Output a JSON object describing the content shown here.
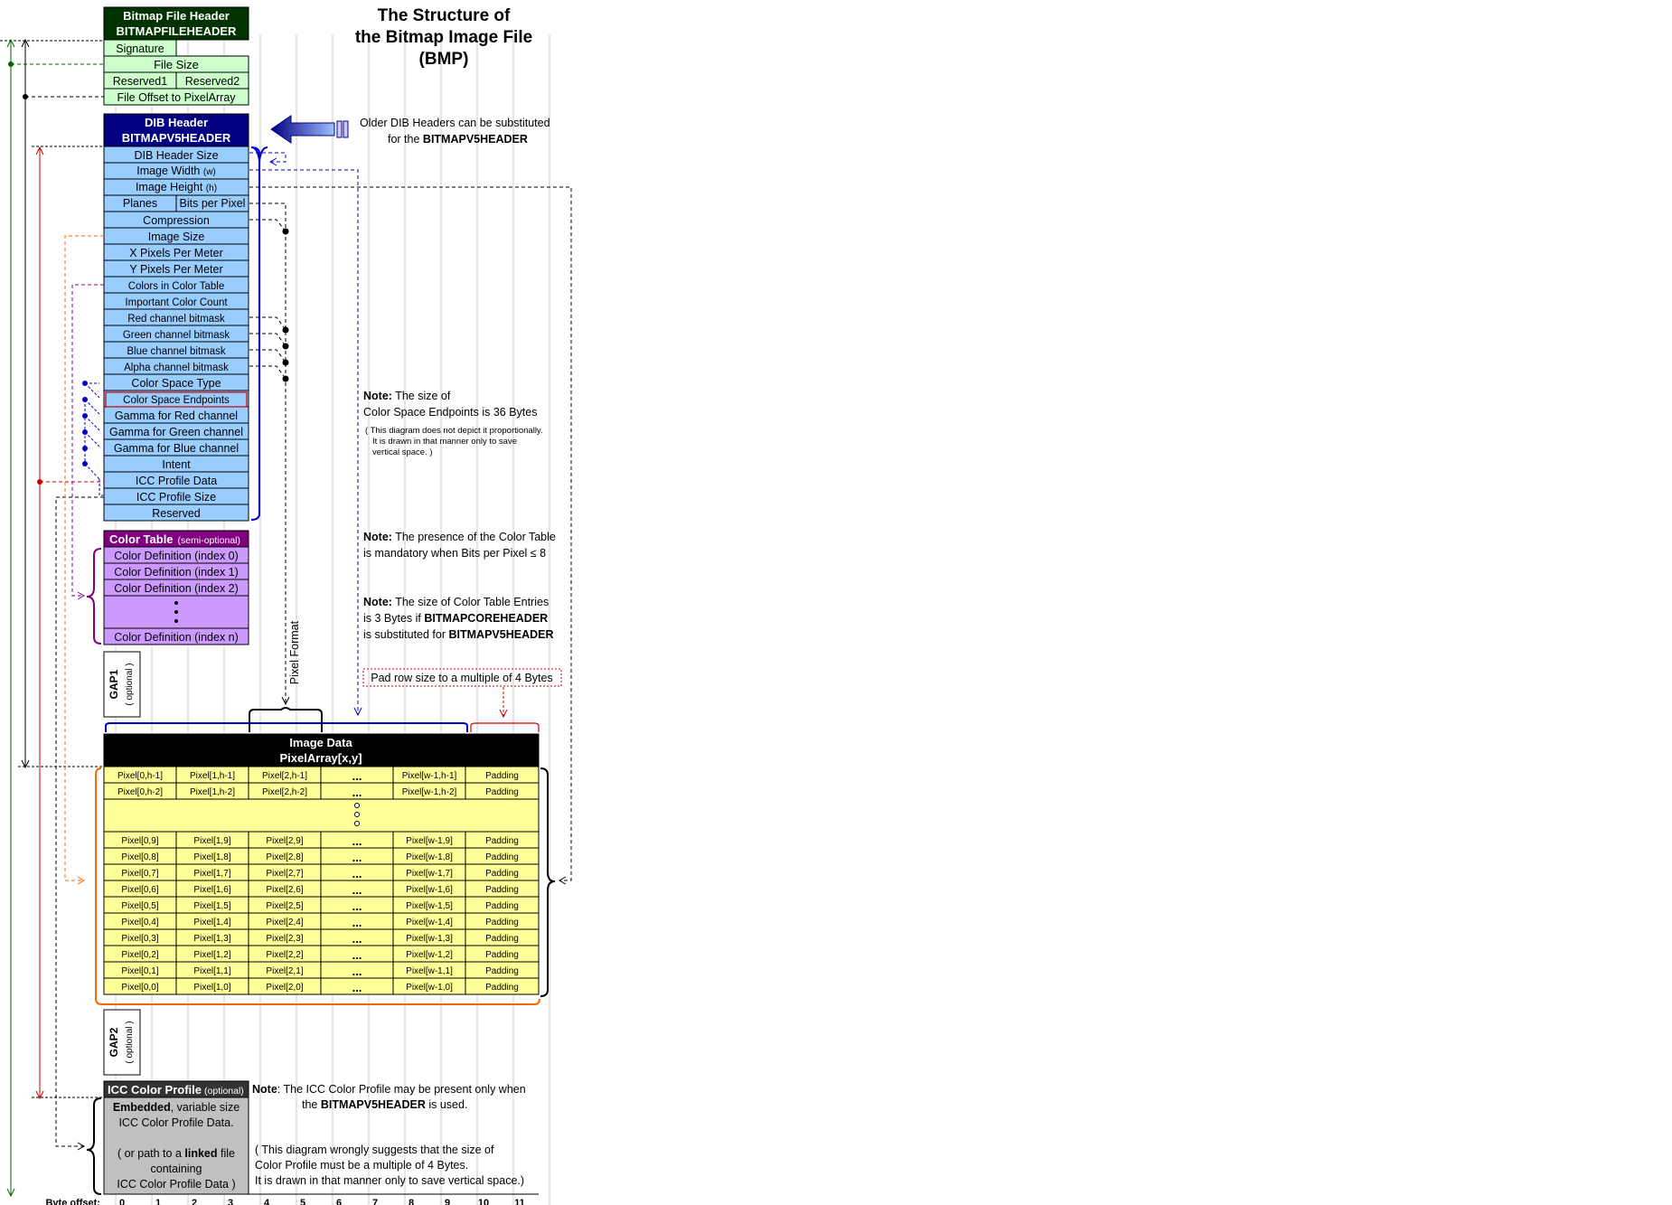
{
  "title": {
    "lines": [
      "The Structure of",
      "the Bitmap Image File",
      "(BMP)"
    ]
  },
  "file_header": {
    "title1": "Bitmap File Header",
    "title2": "BITMAPFILEHEADER",
    "signature": "Signature",
    "file_size": "File Size",
    "reserved1": "Reserved1",
    "reserved2": "Reserved2",
    "offset": "File Offset to PixelArray",
    "colors": {
      "header_bg": "#003300",
      "row_bg": "#ccffcc"
    }
  },
  "dib_header": {
    "title1": "DIB Header",
    "title2": "BITMAPV5HEADER",
    "planes": "Planes",
    "bpp": "Bits per Pixel",
    "width_label": "Image Width",
    "width_sym": "(w)",
    "height_label": "Image Height",
    "height_sym": "(h)",
    "rows": [
      "DIB Header Size",
      "",
      "",
      "",
      "Compression",
      "Image Size",
      "X Pixels Per Meter",
      "Y Pixels Per Meter",
      "Colors in Color Table",
      "Important Color Count",
      "Red channel bitmask",
      "Green channel bitmask",
      "Blue channel bitmask",
      "Alpha channel bitmask",
      "Color Space Type",
      "Color Space Endpoints",
      "Gamma for Red channel",
      "Gamma for Green channel",
      "Gamma for Blue channel",
      "Intent",
      "ICC Profile Data",
      "ICC Profile Size",
      "Reserved"
    ],
    "colors": {
      "header_bg": "#000080",
      "row_bg": "#99ccff"
    }
  },
  "older_headers_note": {
    "line1": "Older DIB Headers can be substituted",
    "line2_pre": "for the ",
    "line2_bold": "BITMAPV5HEADER"
  },
  "color_table": {
    "title": "Color Table",
    "title_sub": "(semi-optional)",
    "rows": [
      "Color Definition (index 0)",
      "Color Definition (index 1)",
      "Color Definition (index 2)",
      "Color Definition (index n)"
    ],
    "colors": {
      "header_bg": "#800080",
      "row_bg": "#cc99ff"
    }
  },
  "gap1": {
    "label": "GAP1",
    "sub": "( optional )"
  },
  "gap2": {
    "label": "GAP2",
    "sub": "( optional )"
  },
  "pixel_format_label": "Pixel Format",
  "pad_note": "Pad row size to a multiple of 4 Bytes",
  "image_data": {
    "title1": "Image Data",
    "title2": "PixelArray[x,y]",
    "ellipsis": "...",
    "rows": [
      [
        "Pixel[0,h-1]",
        "Pixel[1,h-1]",
        "Pixel[2,h-1]",
        "Pixel[w-1,h-1]",
        "Padding"
      ],
      [
        "Pixel[0,h-2]",
        "Pixel[1,h-2]",
        "Pixel[2,h-2]",
        "Pixel[w-1,h-2]",
        "Padding"
      ],
      [
        "Pixel[0,9]",
        "Pixel[1,9]",
        "Pixel[2,9]",
        "Pixel[w-1,9]",
        "Padding"
      ],
      [
        "Pixel[0,8]",
        "Pixel[1,8]",
        "Pixel[2,8]",
        "Pixel[w-1,8]",
        "Padding"
      ],
      [
        "Pixel[0,7]",
        "Pixel[1,7]",
        "Pixel[2,7]",
        "Pixel[w-1,7]",
        "Padding"
      ],
      [
        "Pixel[0,6]",
        "Pixel[1,6]",
        "Pixel[2,6]",
        "Pixel[w-1,6]",
        "Padding"
      ],
      [
        "Pixel[0,5]",
        "Pixel[1,5]",
        "Pixel[2,5]",
        "Pixel[w-1,5]",
        "Padding"
      ],
      [
        "Pixel[0,4]",
        "Pixel[1,4]",
        "Pixel[2,4]",
        "Pixel[w-1,4]",
        "Padding"
      ],
      [
        "Pixel[0,3]",
        "Pixel[1,3]",
        "Pixel[2,3]",
        "Pixel[w-1,3]",
        "Padding"
      ],
      [
        "Pixel[0,2]",
        "Pixel[1,2]",
        "Pixel[2,2]",
        "Pixel[w-1,2]",
        "Padding"
      ],
      [
        "Pixel[0,1]",
        "Pixel[1,1]",
        "Pixel[2,1]",
        "Pixel[w-1,1]",
        "Padding"
      ],
      [
        "Pixel[0,0]",
        "Pixel[1,0]",
        "Pixel[2,0]",
        "Pixel[w-1,0]",
        "Padding"
      ]
    ],
    "colors": {
      "header_bg": "#000000",
      "row_bg": "#ffff99"
    }
  },
  "icc": {
    "title": "ICC Color Profile",
    "title_sub": "(optional)",
    "embedded_bold": "Embedded",
    "embedded_rest": ", variable size",
    "line2": "ICC Color Profile Data.",
    "line3_pre": "( or path to a ",
    "line3_bold": "linked",
    "line3_post": " file",
    "line4": "containing",
    "line5": "ICC Color Profile Data )",
    "colors": {
      "header_bg": "#333333",
      "row_bg": "#c0c0c0"
    }
  },
  "notes": {
    "cs_endpoints": {
      "bold": "Note:",
      "rest": " The size of",
      "line2": "Color Space Endpoints is 36 Bytes",
      "small1": "( This diagram does not depict it proportionally.",
      "small2": "It is drawn in that manner only to save",
      "small3": "vertical space. )"
    },
    "color_table_presence": {
      "bold": "Note:",
      "rest": " The presence of the Color Table",
      "line2": "is mandatory when  Bits per Pixel ≤ 8"
    },
    "color_table_entries": {
      "bold": "Note:",
      "rest": " The size of Color Table Entries",
      "line2_pre": "is 3 Bytes if  ",
      "line2_bold": "BITMAPCOREHEADER",
      "line3_pre": "is substituted for  ",
      "line3_bold": "BITMAPV5HEADER"
    },
    "icc_present": {
      "bold": "Note",
      "rest": ": The ICC Color Profile may be present only when",
      "line2_pre": "the ",
      "line2_bold": "BITMAPV5HEADER",
      "line2_post": " is used."
    },
    "icc_size": {
      "line1": "( This diagram wrongly suggests that the size of",
      "line2": "Color Profile must be a multiple of 4 Bytes.",
      "line3": "It is drawn in that manner only to save vertical space.)"
    }
  },
  "byte_offset": {
    "label": "Byte offset:",
    "values": [
      "0",
      "1",
      "2",
      "3",
      "4",
      "5",
      "6",
      "7",
      "8",
      "9",
      "10",
      "11"
    ]
  }
}
